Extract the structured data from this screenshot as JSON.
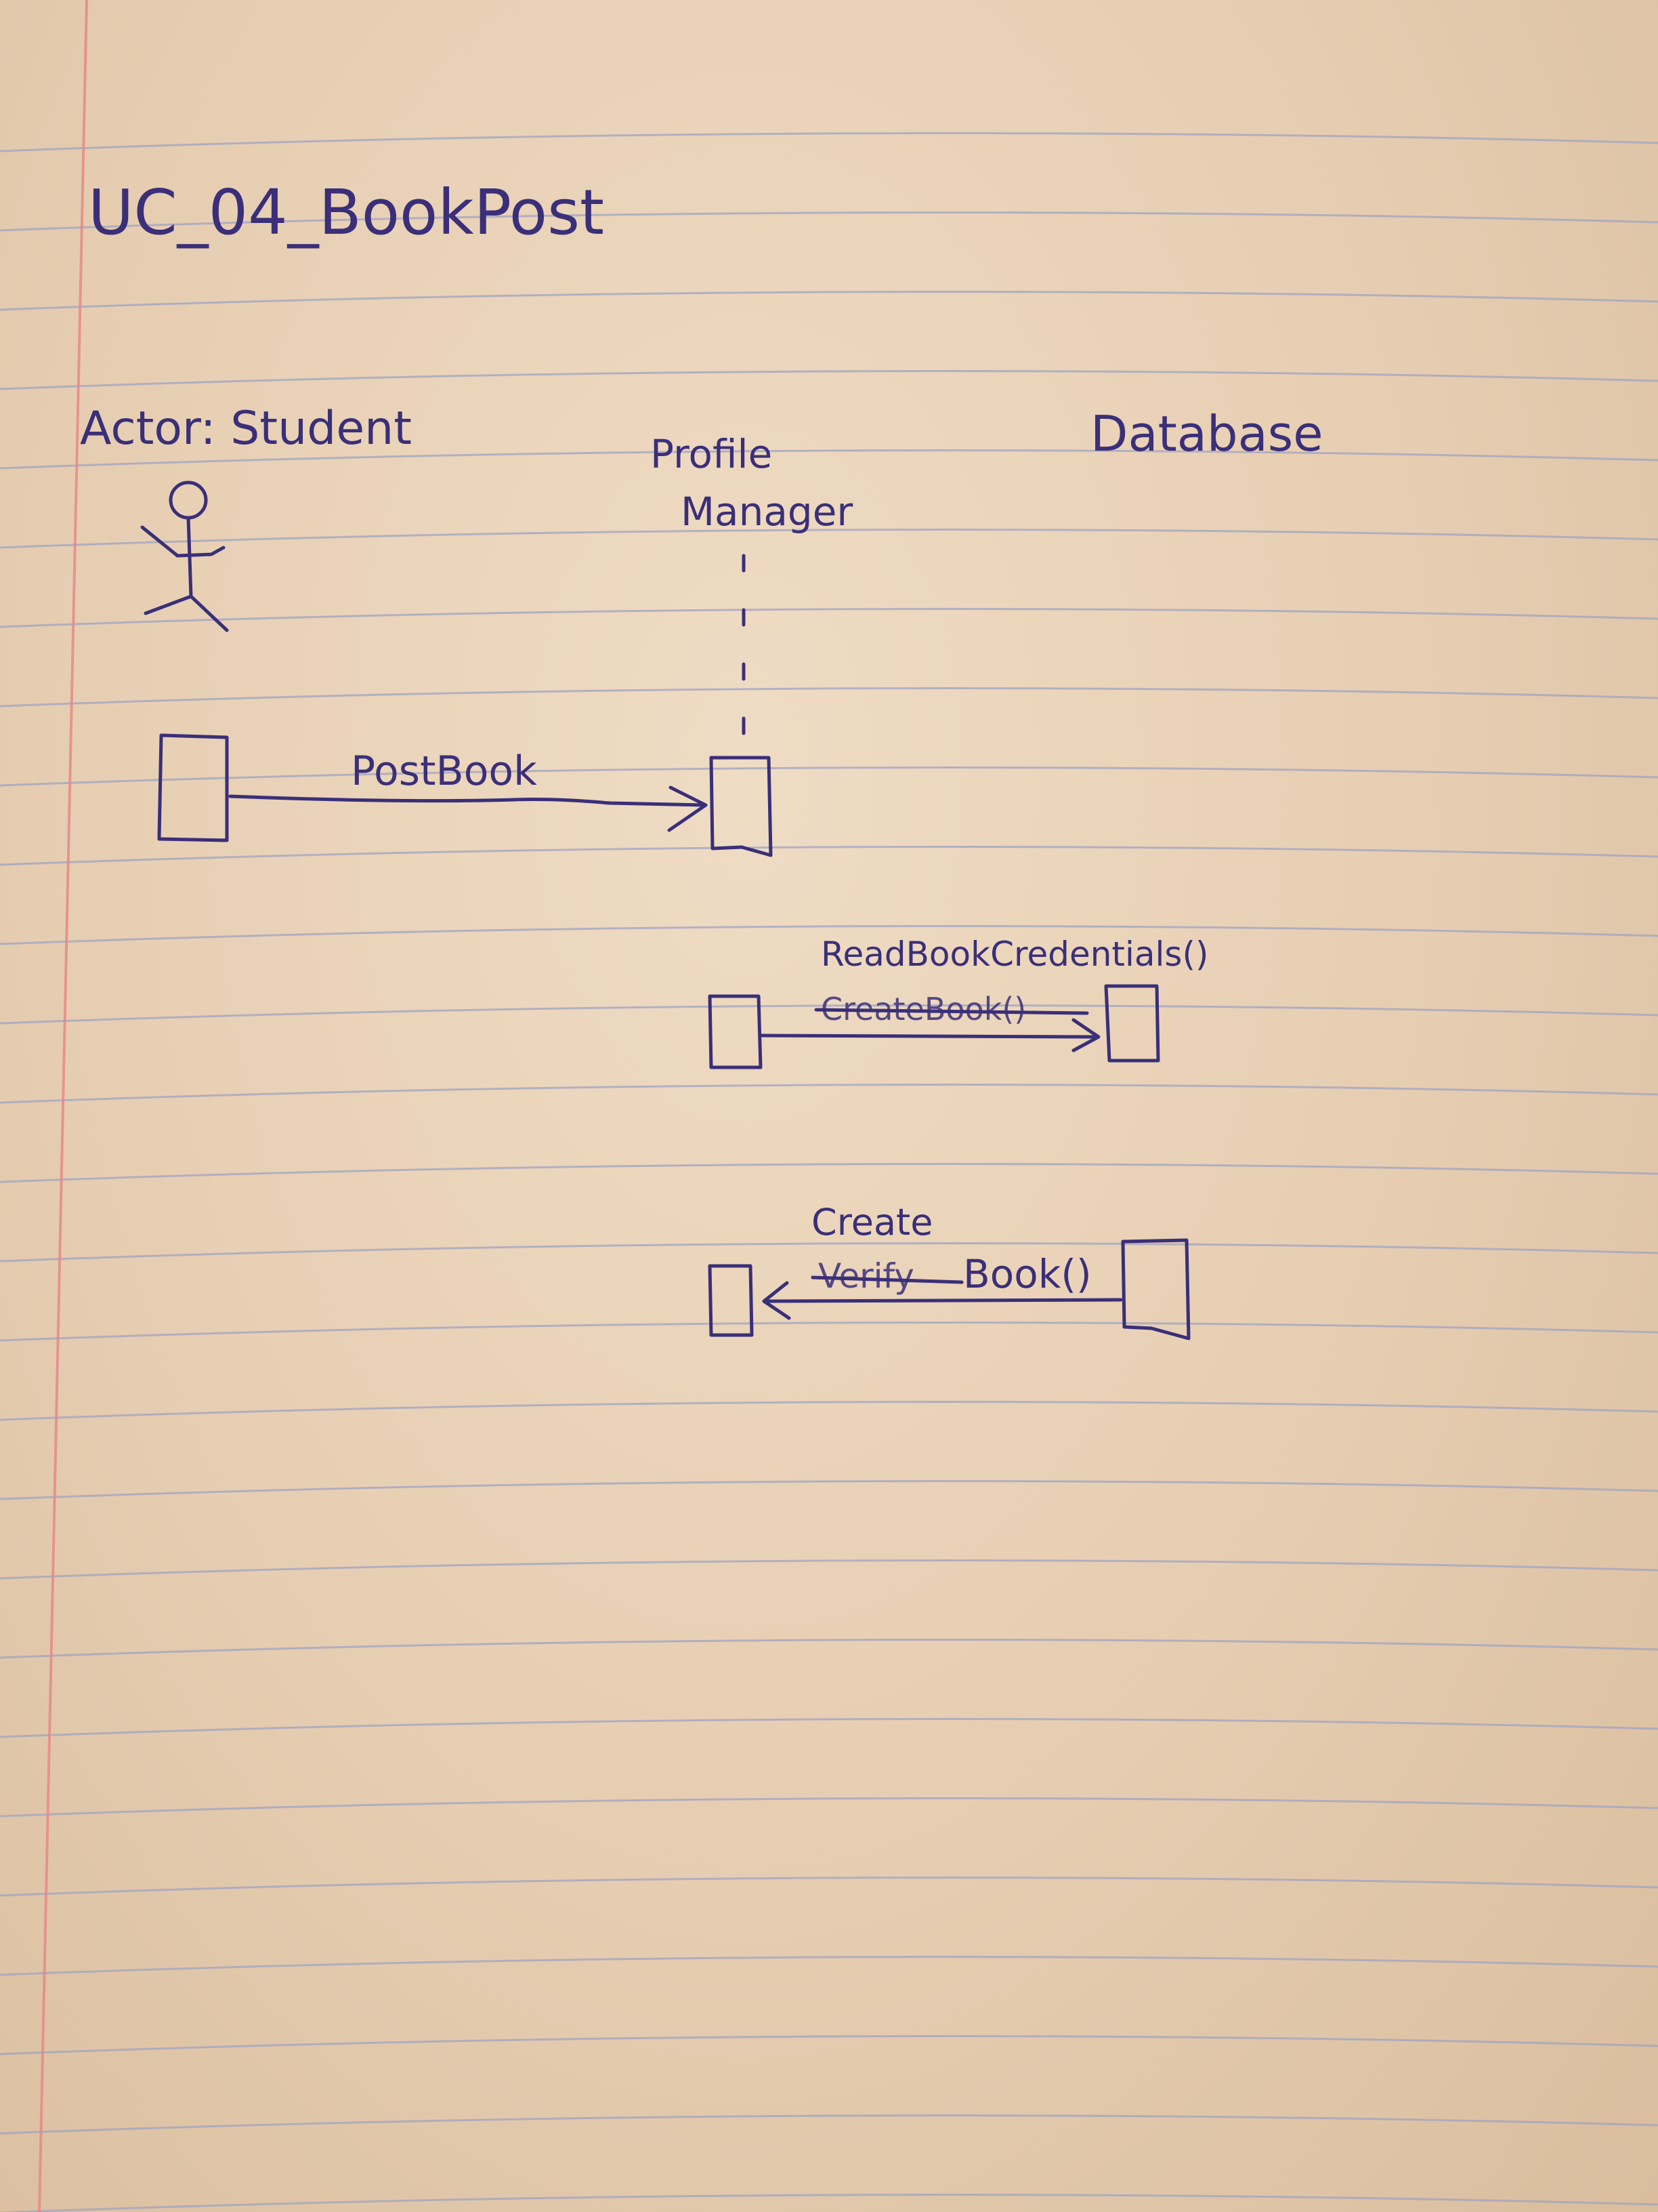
{
  "diagram": {
    "title": "UC_04_BookPost",
    "participants": {
      "actor": "Actor: Student",
      "manager_line1": "Profile",
      "manager_line2": "Manager",
      "database": "Database"
    },
    "messages": [
      {
        "label": "PostBook",
        "from": "Actor: Student",
        "to": "Profile Manager"
      },
      {
        "label": "ReadBookCredentials()",
        "struck_label": "CreateBook()",
        "from": "Profile Manager",
        "to": "Database"
      },
      {
        "label": "Create",
        "struck_label": "Verify",
        "label_suffix": "Book()",
        "from": "Database",
        "to": "Profile Manager"
      }
    ]
  }
}
